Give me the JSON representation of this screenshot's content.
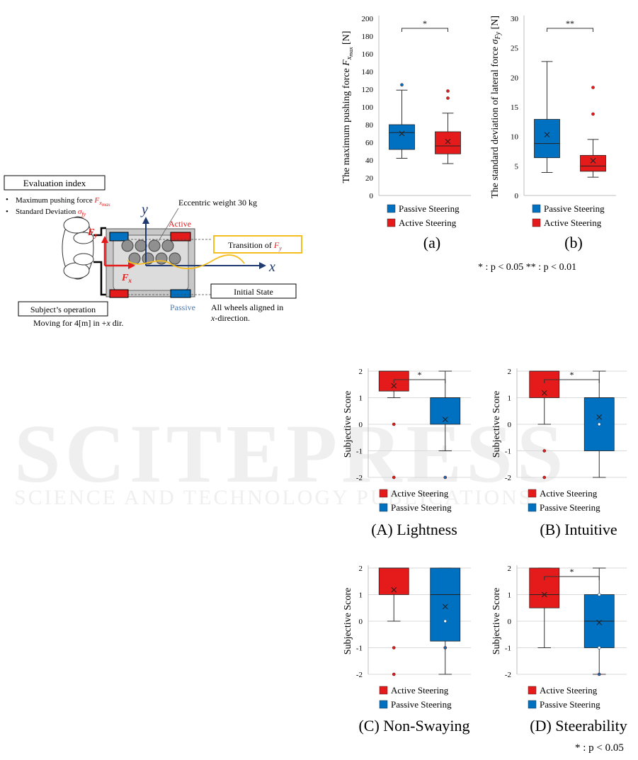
{
  "watermark": {
    "line1": "SCITEPRESS",
    "line2": "SCIENCE AND TECHNOLOGY PUBLICATIONS"
  },
  "diagram": {
    "eval_box_title": "Evaluation index",
    "bullet1_text": "Maximum pushing force ",
    "bullet1_sym": "F",
    "bullet1_sub": "x",
    "bullet1_subsub": "max",
    "bullet2_text": "Standard Deviation ",
    "bullet2_sym": "σ",
    "bullet2_sub": "fy",
    "y_axis": "y",
    "x_axis": "x",
    "eccentric": "Eccentric weight  30 kg",
    "active": "Active",
    "passive": "Passive",
    "fy_sym": "F",
    "fy_sub": "y",
    "fx_sym": "F",
    "fx_sub": "x",
    "transition_text": "Transition of ",
    "transition_sym": "F",
    "transition_sub": "y",
    "initial_state": "Initial State",
    "wheels_line1": "All wheels aligned in",
    "wheels_line2_sym": "x",
    "wheels_line2_rest": "-direction.",
    "subject_op": "Subject’s operation",
    "moving_prefix": "Moving for 4[m] in +",
    "moving_sym": "x",
    "moving_suffix": " dir.",
    "colors": {
      "red": "#e51b1b",
      "blue": "#0070c0",
      "yellow": "#f5bd1f",
      "navy": "#1f3a70"
    }
  },
  "chart_data": [
    {
      "type": "box",
      "id": "a",
      "caption": "(a)",
      "ylabel_text": "The maximum pushing force ",
      "ylabel_sym": "F",
      "ylabel_sub": "x",
      "ylabel_subsub": "max",
      "ylabel_unit": " [N]",
      "ylim": [
        0,
        200
      ],
      "yticks": [
        "0",
        "20",
        "40",
        "60",
        "80",
        "100",
        "120",
        "140",
        "160",
        "180",
        "200"
      ],
      "series": [
        {
          "name": "Passive Steering",
          "color": "#0070c0",
          "q1": 52,
          "median": 71,
          "q3": 80,
          "whisker_low": 42,
          "whisker_high": 119,
          "mean": 70,
          "outliers": [
            125
          ]
        },
        {
          "name": "Active Steering",
          "color": "#e51b1b",
          "q1": 47,
          "median": 56,
          "q3": 72,
          "whisker_low": 36,
          "whisker_high": 93,
          "mean": 61,
          "outliers": [
            110,
            118
          ]
        }
      ],
      "significance": "*",
      "grid": false,
      "legend": "bottom"
    },
    {
      "type": "box",
      "id": "b",
      "caption": "(b)",
      "ylabel_text": "The standard deviation of lateral force ",
      "ylabel_sym": "σ",
      "ylabel_sub": "Fy",
      "ylabel_unit": " [N]",
      "ylim": [
        0,
        30
      ],
      "yticks": [
        "0",
        "5",
        "10",
        "15",
        "20",
        "25",
        "30"
      ],
      "series": [
        {
          "name": "Passive Steering",
          "color": "#0070c0",
          "q1": 6.4,
          "median": 8.8,
          "q3": 12.9,
          "whisker_low": 3.9,
          "whisker_high": 22.7,
          "mean": 10.3,
          "outliers": []
        },
        {
          "name": "Active Steering",
          "color": "#e51b1b",
          "q1": 4.1,
          "median": 5.0,
          "q3": 6.8,
          "whisker_low": 3.1,
          "whisker_high": 9.5,
          "mean": 5.9,
          "outliers": [
            13.8,
            18.3
          ]
        }
      ],
      "significance": "**",
      "grid": false,
      "legend": "bottom"
    },
    {
      "type": "box",
      "id": "A",
      "caption": "(A) Lightness",
      "ylabel": "Subjective Score",
      "ylim": [
        -2,
        2
      ],
      "yticks": [
        "-2",
        "-1",
        "0",
        "1",
        "2"
      ],
      "series": [
        {
          "name": "Active Steering",
          "color": "#e51b1b",
          "q1": 1.25,
          "median": 2,
          "q3": 2,
          "whisker_low": 1,
          "whisker_high": 2,
          "mean": 1.45,
          "outliers": [
            0,
            -2
          ]
        },
        {
          "name": "Passive Steering",
          "color": "#0070c0",
          "q1": 0,
          "median": 1,
          "q3": 1,
          "whisker_low": -1,
          "whisker_high": 2,
          "mean": 0.18,
          "outliers": [
            -2
          ]
        }
      ],
      "significance": "*",
      "grid": true,
      "legend": "bottom"
    },
    {
      "type": "box",
      "id": "B",
      "caption": "(B) Intuitive",
      "ylabel": "Subjective Score",
      "ylim": [
        -2,
        2
      ],
      "yticks": [
        "-2",
        "-1",
        "0",
        "1",
        "2"
      ],
      "series": [
        {
          "name": "Active Steering",
          "color": "#e51b1b",
          "q1": 1,
          "median": 2,
          "q3": 2,
          "whisker_low": 0,
          "whisker_high": 2,
          "mean": 1.18,
          "outliers": [
            -1,
            -2
          ]
        },
        {
          "name": "Passive Steering",
          "color": "#0070c0",
          "q1": -1,
          "median": 1,
          "q3": 1,
          "whisker_low": -2,
          "whisker_high": 2,
          "mean": 0.27,
          "outliers": [
            0
          ]
        },
        {
          "name": "",
          "color": "",
          "q1": 0,
          "median": 0,
          "q3": 0,
          "whisker_low": 0,
          "whisker_high": 0,
          "mean": 0,
          "outliers": []
        }
      ],
      "significance": "*",
      "grid": true,
      "legend": "bottom"
    },
    {
      "type": "box",
      "id": "C",
      "caption": "(C) Non-Swaying",
      "ylabel": "Subjective Score",
      "ylim": [
        -2,
        2
      ],
      "yticks": [
        "-2",
        "-1",
        "0",
        "1",
        "2"
      ],
      "series": [
        {
          "name": "Active Steering",
          "color": "#e51b1b",
          "q1": 1,
          "median": 2,
          "q3": 2,
          "whisker_low": 0,
          "whisker_high": 2,
          "mean": 1.18,
          "outliers": [
            -1,
            -2
          ]
        },
        {
          "name": "Passive Steering",
          "color": "#0070c0",
          "q1": -0.75,
          "median": 1,
          "q3": 2,
          "whisker_low": -2,
          "whisker_high": 2,
          "mean": 0.55,
          "outliers": [
            0,
            -1
          ]
        }
      ],
      "significance": "",
      "grid": true,
      "legend": "bottom"
    },
    {
      "type": "box",
      "id": "D",
      "caption": "(D) Steerability",
      "ylabel": "Subjective Score",
      "ylim": [
        -2,
        2
      ],
      "yticks": [
        "-2",
        "-1",
        "0",
        "1",
        "2"
      ],
      "series": [
        {
          "name": "Active Steering",
          "color": "#e51b1b",
          "q1": 0.5,
          "median": 1,
          "q3": 2,
          "whisker_low": -1,
          "whisker_high": 2,
          "mean": 1.0,
          "outliers": []
        },
        {
          "name": "Passive Steering",
          "color": "#0070c0",
          "q1": -1,
          "median": 0,
          "q3": 1,
          "whisker_low": -2,
          "whisker_high": 2,
          "mean": -0.05,
          "outliers": [
            1,
            -1,
            -2
          ]
        }
      ],
      "significance": "*",
      "grid": true,
      "legend": "bottom"
    }
  ],
  "notes": {
    "top_pvalues": "* : p < 0.05    ** : p < 0.01",
    "bottom_pvalue": "* : p < 0.05"
  }
}
